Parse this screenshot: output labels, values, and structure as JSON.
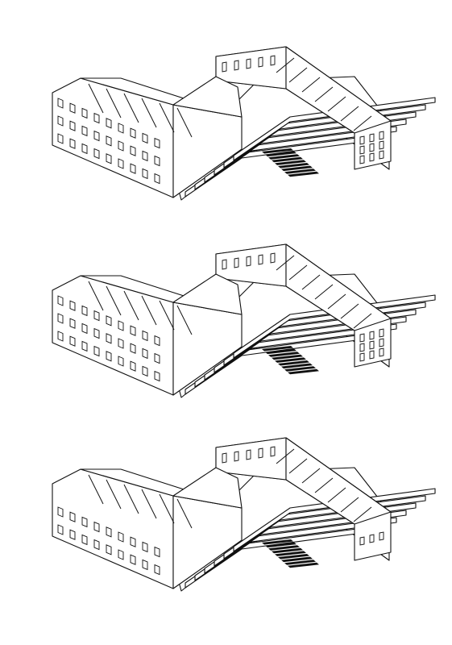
{
  "drawing": {
    "kind": "isometric-floor-sequence",
    "levels": [
      {
        "id": "upper-floor",
        "upper_windows": true
      },
      {
        "id": "middle-floor",
        "upper_windows": true
      },
      {
        "id": "ground-floor",
        "upper_windows": false
      }
    ],
    "colors": {
      "line": "#111111",
      "paper": "#ffffff",
      "stair": "#111111"
    }
  }
}
